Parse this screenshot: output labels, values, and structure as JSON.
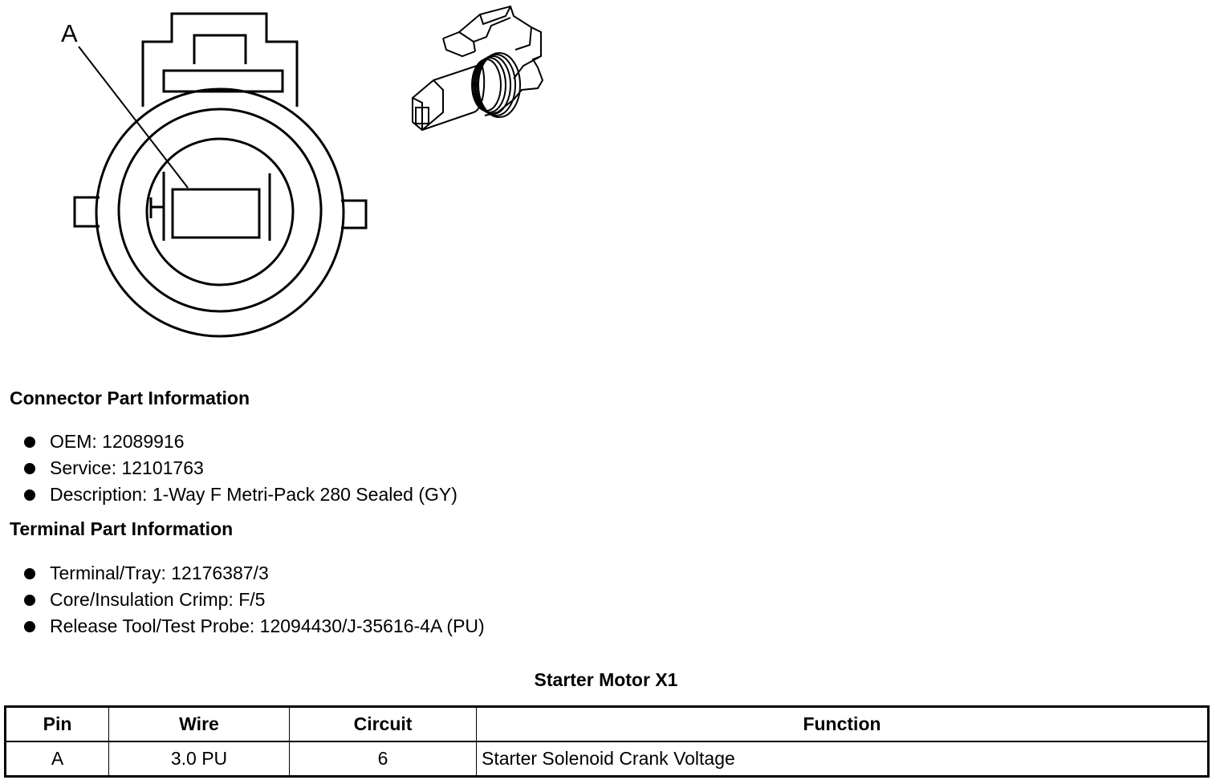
{
  "diagram": {
    "pin_label": "A"
  },
  "connector_section": {
    "heading": "Connector Part Information",
    "items": [
      "OEM: 12089916",
      "Service: 12101763",
      "Description: 1-Way F Metri-Pack 280 Sealed (GY)"
    ]
  },
  "terminal_section": {
    "heading": "Terminal Part Information",
    "items": [
      "Terminal/Tray: 12176387/3",
      "Core/Insulation Crimp: F/5",
      "Release Tool/Test Probe: 12094430/J-35616-4A (PU)"
    ]
  },
  "pinout_table": {
    "title": "Starter Motor X1",
    "headers": [
      "Pin",
      "Wire",
      "Circuit",
      "Function"
    ],
    "rows": [
      [
        "A",
        "3.0 PU",
        "6",
        "Starter Solenoid Crank Voltage"
      ]
    ]
  }
}
